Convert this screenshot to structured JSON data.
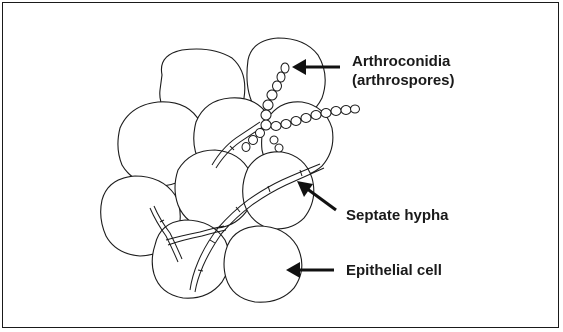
{
  "labels": {
    "arthroconidia_line1": "Arthroconidia",
    "arthroconidia_line2": "(arthrospores)",
    "septate_hypha": "Septate hypha",
    "epithelial_cell": "Epithelial cell"
  },
  "colors": {
    "ink": "#1a1a1a",
    "background": "#ffffff"
  }
}
